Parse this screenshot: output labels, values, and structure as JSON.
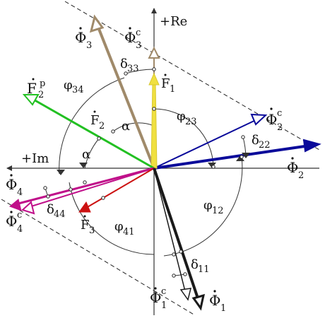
{
  "axes": {
    "re_label": "+Re",
    "im_label": "+Im"
  },
  "phasors": {
    "phi1": {
      "symbol": "Φ",
      "sub": "1",
      "sup": ""
    },
    "phi1c": {
      "symbol": "Φ",
      "sub": "1",
      "sup": "c"
    },
    "phi2": {
      "symbol": "Φ",
      "sub": "2",
      "sup": ""
    },
    "phi2c": {
      "symbol": "Φ",
      "sub": "2",
      "sup": "c"
    },
    "phi3": {
      "symbol": "Φ",
      "sub": "3",
      "sup": ""
    },
    "phi3c": {
      "symbol": "Φ",
      "sub": "3",
      "sup": "c"
    },
    "phi4": {
      "symbol": "Φ",
      "sub": "4",
      "sup": ""
    },
    "phi4c": {
      "symbol": "Φ",
      "sub": "4",
      "sup": "c"
    },
    "f1": {
      "symbol": "F",
      "sub": "1",
      "sup": ""
    },
    "f2": {
      "symbol": "F",
      "sub": "2",
      "sup": ""
    },
    "f2p": {
      "symbol": "F",
      "sub": "2",
      "sup": "p"
    },
    "f3": {
      "symbol": "F",
      "sub": "3",
      "sup": ""
    }
  },
  "angles": {
    "delta11": {
      "symbol": "δ",
      "sub": "11"
    },
    "delta22": {
      "symbol": "δ",
      "sub": "22"
    },
    "delta33": {
      "symbol": "δ",
      "sub": "33"
    },
    "delta44": {
      "symbol": "δ",
      "sub": "44"
    },
    "phi12": {
      "symbol": "φ",
      "sub": "12"
    },
    "phi23": {
      "symbol": "φ",
      "sub": "23"
    },
    "phi34": {
      "symbol": "φ",
      "sub": "34"
    },
    "phi41": {
      "symbol": "φ",
      "sub": "41"
    },
    "alpha_upper": {
      "symbol": "α"
    },
    "alpha_left": {
      "symbol": "α"
    }
  },
  "colors": {
    "axis": "#333333",
    "phi1": "#1a1a1a",
    "phi2": "#0a0a9a",
    "phi3": "#a08a6a",
    "phi4": "#c0108a",
    "f1": "#f0e040",
    "f2": "#22c022",
    "f3": "#cc1111",
    "arc": "#333333",
    "dashed": "#222222"
  }
}
